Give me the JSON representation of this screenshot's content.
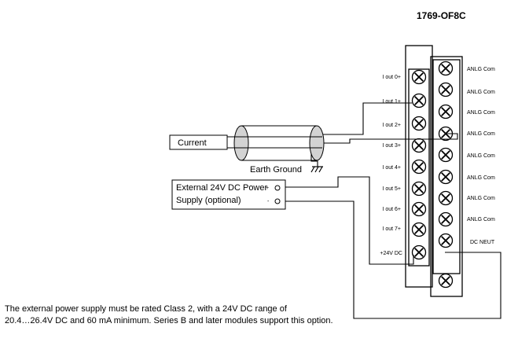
{
  "module": {
    "name": "1769-OF8C"
  },
  "left_terminals": [
    "I out 0+",
    "I out 1+",
    "I out 2+",
    "I out 3+",
    "I out 4+",
    "I out 5+",
    "I out 6+",
    "I out 7+",
    "+24V DC"
  ],
  "right_terminals": [
    "ANLG Com",
    "ANLG Com",
    "ANLG Com",
    "ANLG Com",
    "ANLG Com",
    "ANLG Com",
    "ANLG Com",
    "ANLG Com",
    "DC NEUT"
  ],
  "load": {
    "label": "Current"
  },
  "cable": {
    "ground_label": "Earth Ground"
  },
  "power_supply": {
    "line1": "External 24V DC Power",
    "line2": "Supply (optional)",
    "plus": "+",
    "minus": "-"
  },
  "note": {
    "line1": "The external power supply must be rated Class 2, with a 24V DC range of",
    "line2": "20.4…26.4V DC and 60 mA minimum. Series B and later modules support this option."
  }
}
